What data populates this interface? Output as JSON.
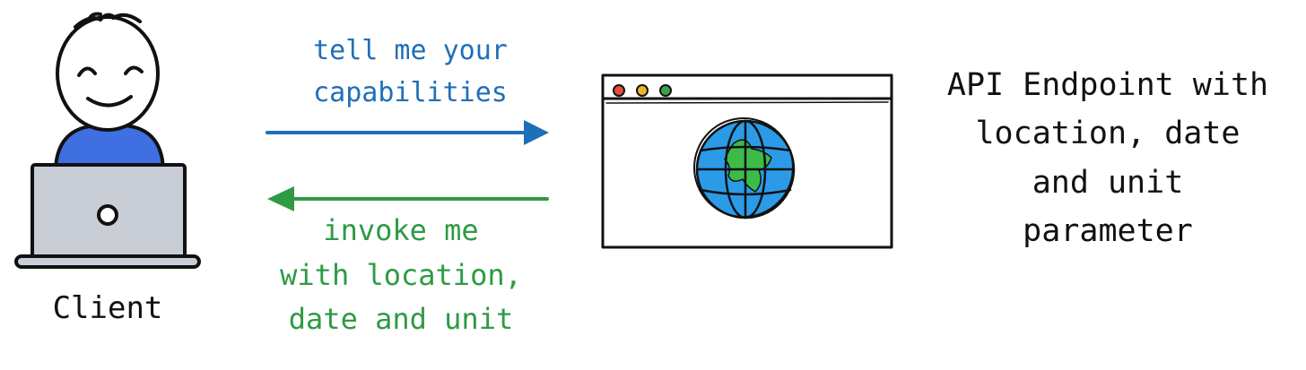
{
  "client": {
    "label": "Client"
  },
  "request": {
    "text": "tell me your\ncapabilities"
  },
  "response": {
    "text": "invoke me\nwith location,\ndate and unit"
  },
  "endpoint": {
    "label": "API Endpoint with\nlocation, date\nand unit\nparameter"
  },
  "colors": {
    "request": "#1f6fb8",
    "response": "#2f9a44",
    "shirt": "#3f6fe0",
    "laptop": "#c9cdd6",
    "globe_water": "#2b9be8",
    "globe_land": "#3dbb49",
    "dot_red": "#e84c3d",
    "dot_yellow": "#f0b429",
    "dot_green": "#3aa24a"
  },
  "icons": {
    "person": "person-at-laptop-icon",
    "browser": "browser-window-icon",
    "globe": "globe-icon"
  }
}
